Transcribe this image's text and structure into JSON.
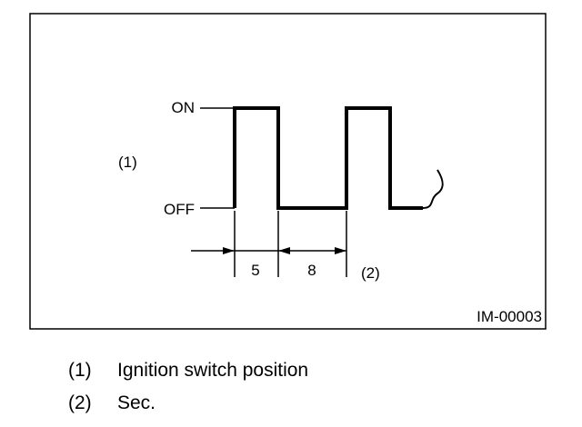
{
  "diagram": {
    "levels": {
      "on": "ON",
      "off": "OFF"
    },
    "marker_signal": "(1)",
    "marker_time": "(2)",
    "intervals": [
      "5",
      "8"
    ],
    "figure_code": "IM-00003"
  },
  "legend": [
    {
      "num": "(1)",
      "text": "Ignition switch position"
    },
    {
      "num": "(2)",
      "text": "Sec."
    }
  ]
}
